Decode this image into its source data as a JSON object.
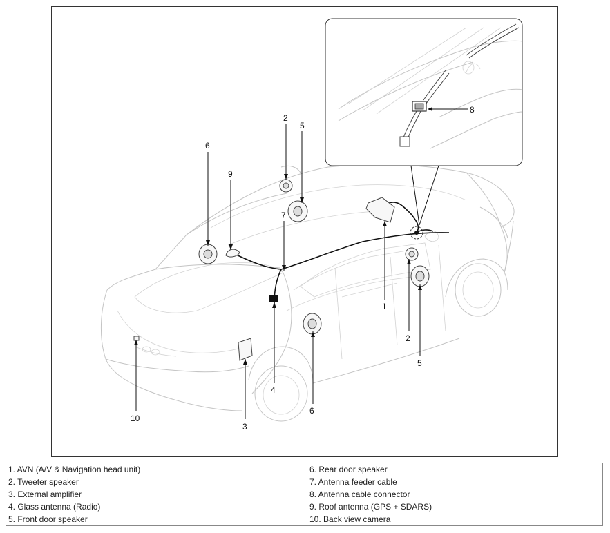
{
  "callouts": {
    "c1": "1",
    "c2a": "2",
    "c2b": "2",
    "c3": "3",
    "c4": "4",
    "c5a": "5",
    "c5b": "5",
    "c6a": "6",
    "c6b": "6",
    "c7": "7",
    "c8": "8",
    "c9": "9",
    "c10": "10"
  },
  "legend": {
    "rows": [
      {
        "left": "1. AVN (A/V & Navigation head unit)",
        "right": "6. Rear door speaker"
      },
      {
        "left": "2. Tweeter speaker",
        "right": "7. Antenna feeder cable"
      },
      {
        "left": "3. External amplifier",
        "right": "8. Antenna cable connector"
      },
      {
        "left": "4. Glass antenna (Radio)",
        "right": "9. Roof antenna (GPS + SDARS)"
      },
      {
        "left": "5. Front door speaker",
        "right": "10. Back view camera"
      }
    ]
  }
}
